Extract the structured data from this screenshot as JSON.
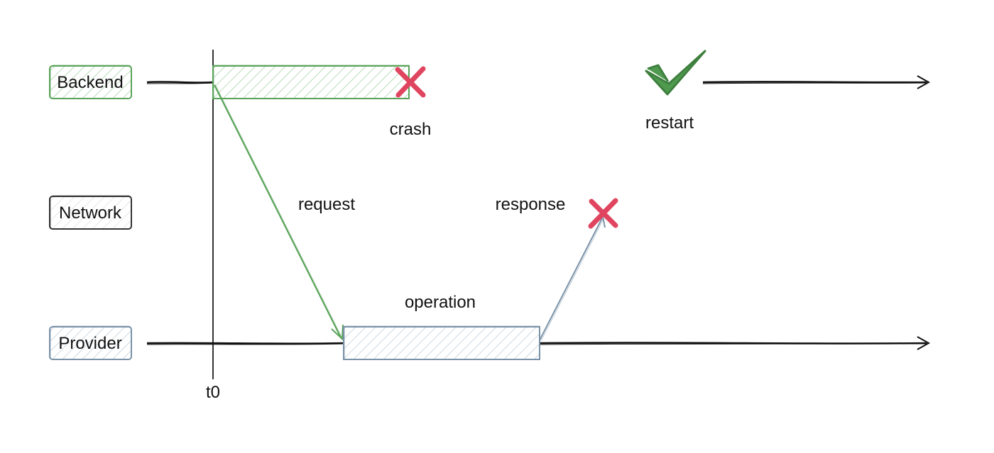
{
  "lanes": {
    "backend": {
      "label": "Backend",
      "color": "#5aa35a"
    },
    "network": {
      "label": "Network",
      "color": "#333333"
    },
    "provider": {
      "label": "Provider",
      "color": "#7a92a8"
    }
  },
  "time_marker": {
    "label": "t0"
  },
  "events": {
    "crash": {
      "label": "crash",
      "color": "#e0455f"
    },
    "restart": {
      "label": "restart",
      "color": "#4f9a4f"
    },
    "request": {
      "label": "request",
      "color": "#5aa35a"
    },
    "response": {
      "label": "response",
      "color": "#7a92a8"
    },
    "operation": {
      "label": "operation"
    },
    "response_lost": {
      "color": "#e0455f"
    }
  },
  "icons": {
    "crash_mark": "cross-icon",
    "restart_mark": "check-icon",
    "lost_response_mark": "cross-icon"
  }
}
